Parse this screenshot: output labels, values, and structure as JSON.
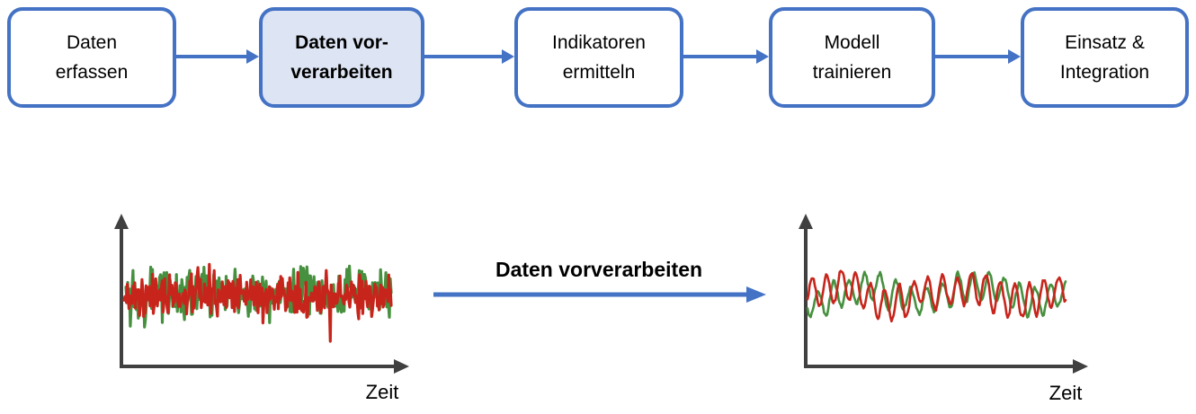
{
  "flow": {
    "steps": [
      {
        "label": "Daten\nerfassen",
        "highlighted": false
      },
      {
        "label": "Daten vor-\nverarbeiten",
        "highlighted": true
      },
      {
        "label": "Indikatoren\nermitteln",
        "highlighted": false
      },
      {
        "label": "Modell\ntrainieren",
        "highlighted": false
      },
      {
        "label": "Einsatz &\nIntegration",
        "highlighted": false
      }
    ]
  },
  "transform": {
    "label": "Daten vorverarbeiten"
  },
  "charts": [
    {
      "name": "raw-signal",
      "xlabel": "Zeit",
      "style": "noisy",
      "series": [
        {
          "name": "signal-green",
          "color": "#47903f"
        },
        {
          "name": "signal-red",
          "color": "#c7251c"
        }
      ]
    },
    {
      "name": "preprocessed-signal",
      "xlabel": "Zeit",
      "style": "smooth",
      "series": [
        {
          "name": "signal-green",
          "color": "#47903f"
        },
        {
          "name": "signal-red",
          "color": "#c7251c"
        }
      ]
    }
  ],
  "colors": {
    "accent": "#4472C4",
    "highlight_fill": "#dde4f3",
    "axis": "#404040",
    "signal_red": "#c7251c",
    "signal_green": "#47903f",
    "text": "#000000"
  }
}
